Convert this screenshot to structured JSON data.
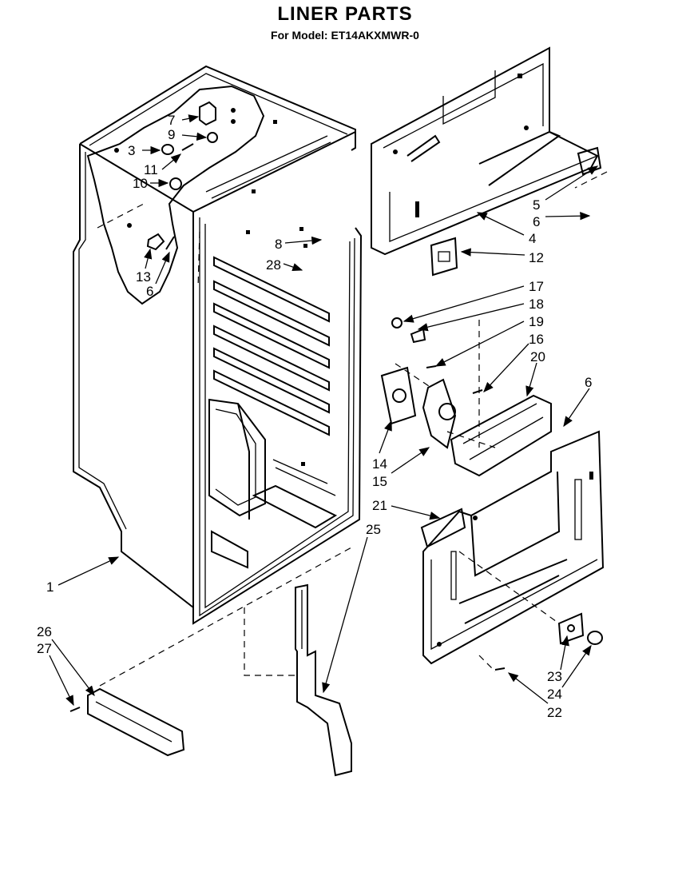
{
  "header": {
    "title": "LINER PARTS",
    "subtitle": "For Model: ET14AKXMWR-0"
  },
  "callouts": [
    {
      "id": "c7",
      "label": "7"
    },
    {
      "id": "c9",
      "label": "9"
    },
    {
      "id": "c3",
      "label": "3"
    },
    {
      "id": "c11",
      "label": "11"
    },
    {
      "id": "c10",
      "label": "10"
    },
    {
      "id": "c13",
      "label": "13"
    },
    {
      "id": "c6a",
      "label": "6"
    },
    {
      "id": "c8",
      "label": "8"
    },
    {
      "id": "c28",
      "label": "28"
    },
    {
      "id": "c5",
      "label": "5"
    },
    {
      "id": "c6b",
      "label": "6"
    },
    {
      "id": "c4",
      "label": "4"
    },
    {
      "id": "c12",
      "label": "12"
    },
    {
      "id": "c17",
      "label": "17"
    },
    {
      "id": "c18",
      "label": "18"
    },
    {
      "id": "c19",
      "label": "19"
    },
    {
      "id": "c16",
      "label": "16"
    },
    {
      "id": "c20",
      "label": "20"
    },
    {
      "id": "c6c",
      "label": "6"
    },
    {
      "id": "c14",
      "label": "14"
    },
    {
      "id": "c15",
      "label": "15"
    },
    {
      "id": "c21",
      "label": "21"
    },
    {
      "id": "c25",
      "label": "25"
    },
    {
      "id": "c1",
      "label": "1"
    },
    {
      "id": "c26",
      "label": "26"
    },
    {
      "id": "c27",
      "label": "27"
    },
    {
      "id": "c23",
      "label": "23"
    },
    {
      "id": "c24",
      "label": "24"
    },
    {
      "id": "c22",
      "label": "22"
    }
  ]
}
